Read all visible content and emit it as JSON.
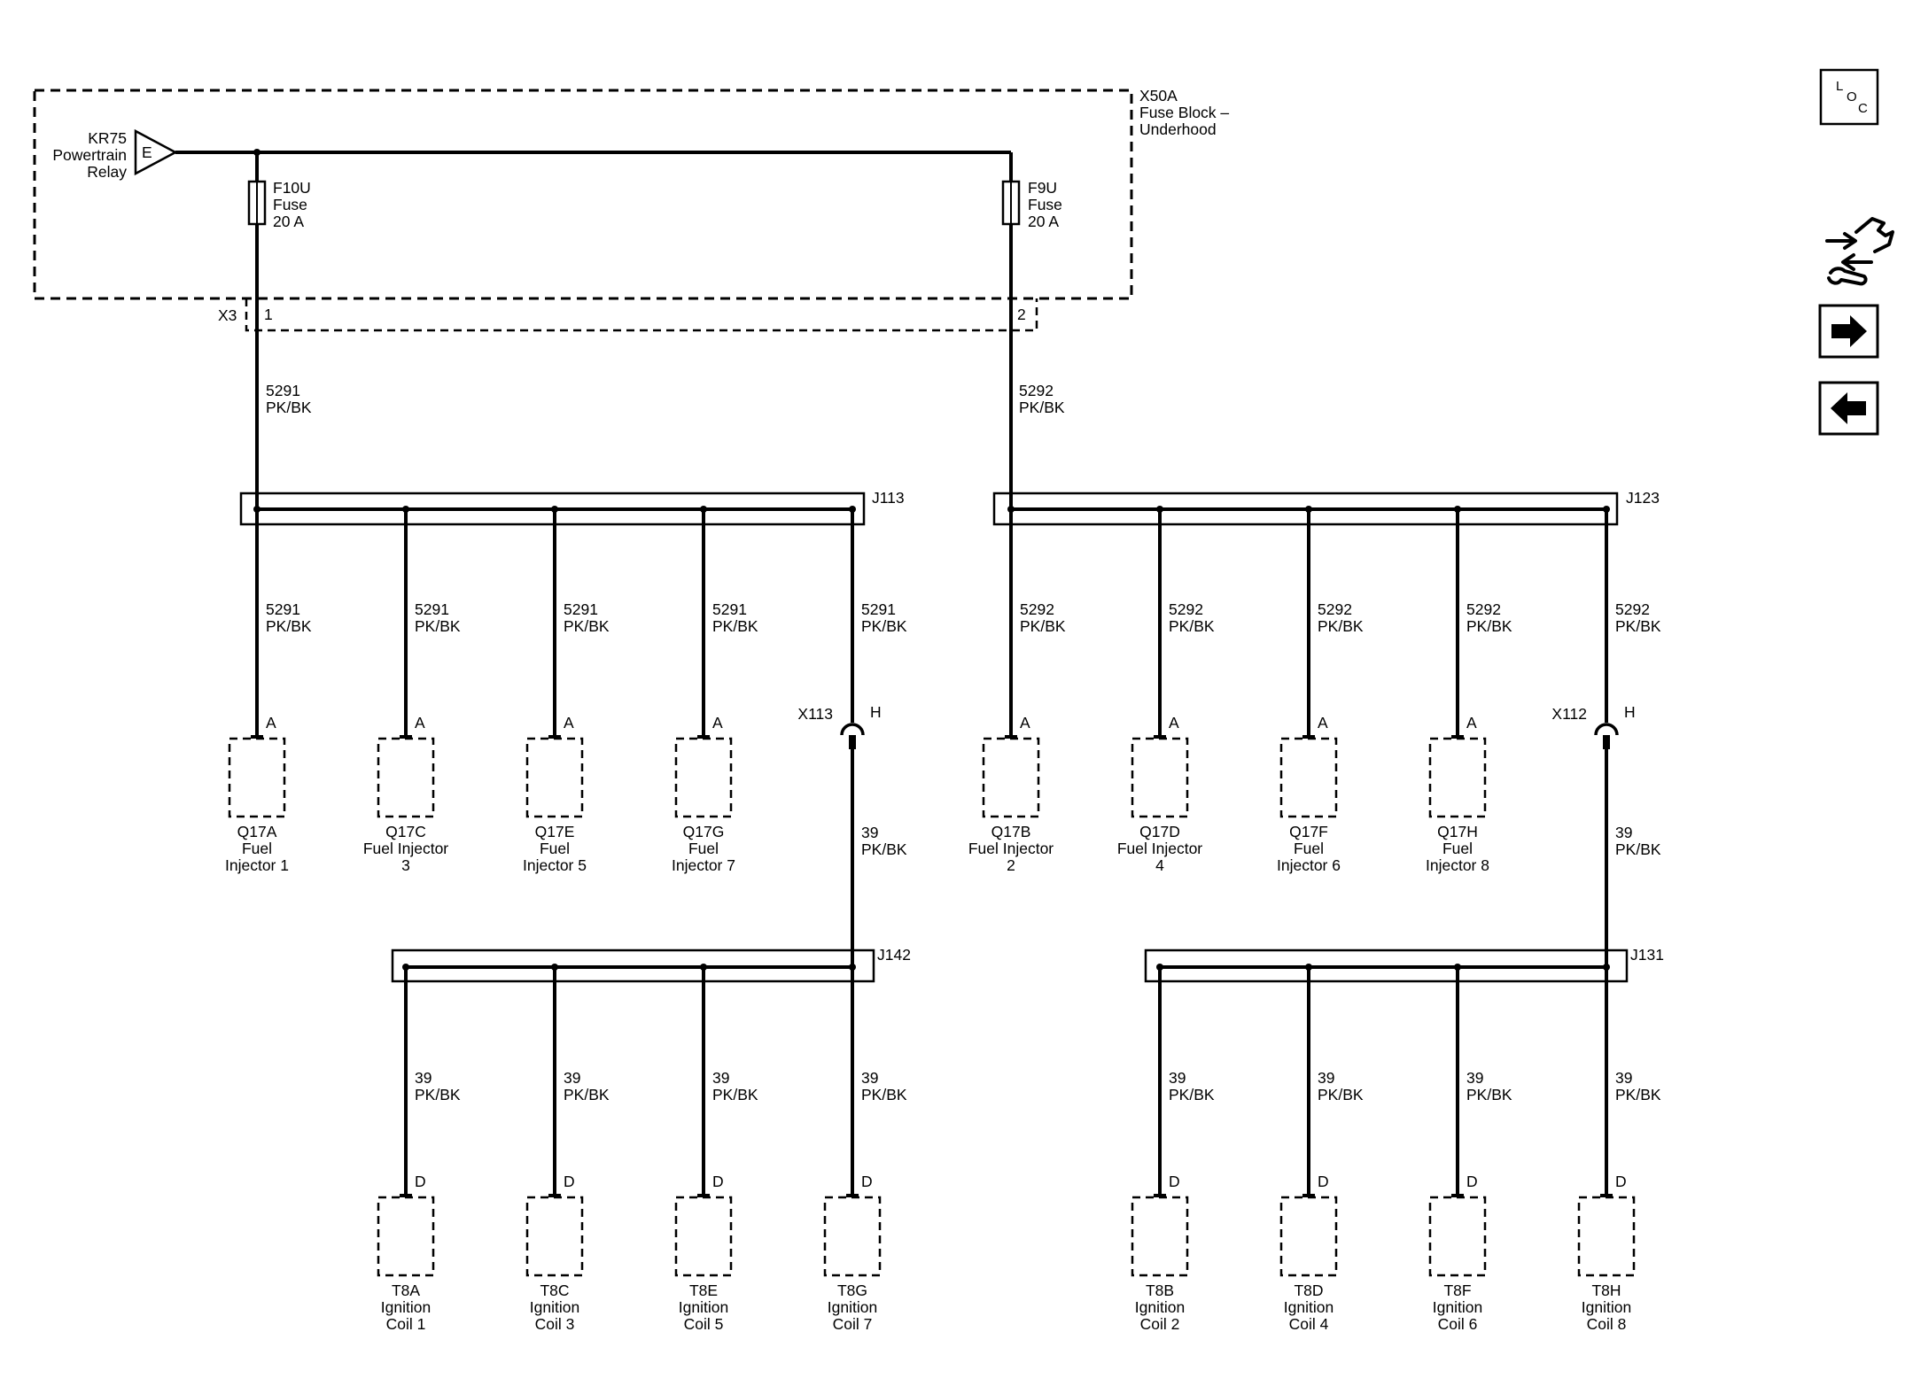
{
  "fuse_block": {
    "line1": "X50A",
    "line2": "Fuse Block –",
    "line3": "Underhood"
  },
  "relay": {
    "line1": "KR75",
    "line2": "Powertrain",
    "line3": "Relay",
    "pin": "E"
  },
  "fuses": [
    {
      "line1": "F10U",
      "line2": "Fuse",
      "line3": "20 A"
    },
    {
      "line1": "F9U",
      "line2": "Fuse",
      "line3": "20 A"
    }
  ],
  "connector_x3": {
    "name": "X3",
    "pin_left": "1",
    "pin_right": "2"
  },
  "feed_wires": [
    {
      "circuit": "5291",
      "color": "PK/BK"
    },
    {
      "circuit": "5292",
      "color": "PK/BK"
    }
  ],
  "splices_top": [
    "J113",
    "J123"
  ],
  "splices_bottom": [
    "J142",
    "J131"
  ],
  "inline_connectors": [
    {
      "name": "X113",
      "pin": "H"
    },
    {
      "name": "X112",
      "pin": "H"
    }
  ],
  "branch_wires": [
    {
      "circuit": "5291",
      "color": "PK/BK"
    },
    {
      "circuit": "5291",
      "color": "PK/BK"
    },
    {
      "circuit": "5291",
      "color": "PK/BK"
    },
    {
      "circuit": "5291",
      "color": "PK/BK"
    },
    {
      "circuit": "5291",
      "color": "PK/BK"
    },
    {
      "circuit": "5292",
      "color": "PK/BK"
    },
    {
      "circuit": "5292",
      "color": "PK/BK"
    },
    {
      "circuit": "5292",
      "color": "PK/BK"
    },
    {
      "circuit": "5292",
      "color": "PK/BK"
    },
    {
      "circuit": "5292",
      "color": "PK/BK"
    }
  ],
  "coil_feed_wires": [
    {
      "circuit": "39",
      "color": "PK/BK"
    },
    {
      "circuit": "39",
      "color": "PK/BK"
    }
  ],
  "injectors": [
    {
      "pin": "A",
      "l1": "Q17A",
      "l2": "Fuel",
      "l3": "Injector 1"
    },
    {
      "pin": "A",
      "l1": "Q17C",
      "l2": "Fuel Injector",
      "l3": "3"
    },
    {
      "pin": "A",
      "l1": "Q17E",
      "l2": "Fuel",
      "l3": "Injector 5"
    },
    {
      "pin": "A",
      "l1": "Q17G",
      "l2": "Fuel",
      "l3": "Injector 7"
    },
    {
      "pin": "A",
      "l1": "Q17B",
      "l2": "Fuel Injector",
      "l3": "2"
    },
    {
      "pin": "A",
      "l1": "Q17D",
      "l2": "Fuel Injector",
      "l3": "4"
    },
    {
      "pin": "A",
      "l1": "Q17F",
      "l2": "Fuel",
      "l3": "Injector 6"
    },
    {
      "pin": "A",
      "l1": "Q17H",
      "l2": "Fuel",
      "l3": "Injector 8"
    }
  ],
  "coil_wires": [
    {
      "circuit": "39",
      "color": "PK/BK"
    },
    {
      "circuit": "39",
      "color": "PK/BK"
    },
    {
      "circuit": "39",
      "color": "PK/BK"
    },
    {
      "circuit": "39",
      "color": "PK/BK"
    },
    {
      "circuit": "39",
      "color": "PK/BK"
    },
    {
      "circuit": "39",
      "color": "PK/BK"
    },
    {
      "circuit": "39",
      "color": "PK/BK"
    },
    {
      "circuit": "39",
      "color": "PK/BK"
    }
  ],
  "coils": [
    {
      "pin": "D",
      "l1": "T8A",
      "l2": "Ignition",
      "l3": "Coil 1"
    },
    {
      "pin": "D",
      "l1": "T8C",
      "l2": "Ignition",
      "l3": "Coil 3"
    },
    {
      "pin": "D",
      "l1": "T8E",
      "l2": "Ignition",
      "l3": "Coil 5"
    },
    {
      "pin": "D",
      "l1": "T8G",
      "l2": "Ignition",
      "l3": "Coil 7"
    },
    {
      "pin": "D",
      "l1": "T8B",
      "l2": "Ignition",
      "l3": "Coil 2"
    },
    {
      "pin": "D",
      "l1": "T8D",
      "l2": "Ignition",
      "l3": "Coil 4"
    },
    {
      "pin": "D",
      "l1": "T8F",
      "l2": "Ignition",
      "l3": "Coil 6"
    },
    {
      "pin": "D",
      "l1": "T8H",
      "l2": "Ignition",
      "l3": "Coil 8"
    }
  ],
  "nav": {
    "loc": {
      "l": "L",
      "o": "O",
      "c": "C",
      "icon": "loc-icon"
    },
    "ds_icon": "diagnostic-wrench-icon",
    "next_icon": "arrow-right-icon",
    "prev_icon": "arrow-left-icon"
  }
}
